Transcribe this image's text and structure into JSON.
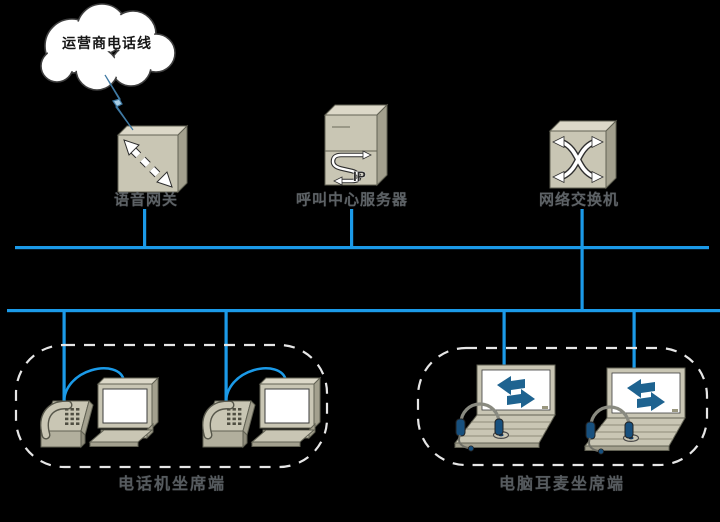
{
  "diagram": {
    "background": "#000000",
    "colors": {
      "bus_blue": "#1b9ae8",
      "bolt_fill": "#a8cee6",
      "device_front": "#c9c6b4",
      "device_top": "#dcd8c8",
      "device_side": "#a3a08e",
      "label_gray": "#5d6266",
      "dash_box": "#e6e6e6",
      "logo_blue": "#1e6390",
      "headset_blue": "#17507e",
      "cloud_fill": "#ffffff"
    },
    "cloud": {
      "label": "运营商电话线"
    },
    "nodes": {
      "gateway": {
        "label": "语音网关"
      },
      "server": {
        "label": "呼叫中心服务器",
        "logo_ip": "IP"
      },
      "switch": {
        "label": "网络交换机"
      }
    },
    "groups": {
      "phones": {
        "label": "电话机坐席端"
      },
      "laptops": {
        "label": "电脑耳麦坐席端"
      }
    }
  }
}
